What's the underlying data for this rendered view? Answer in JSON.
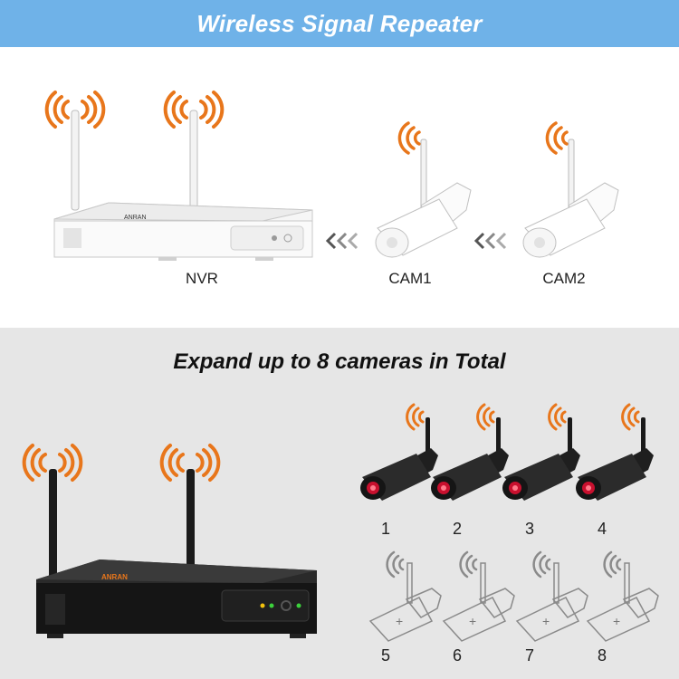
{
  "banner": {
    "title": "Wireless Signal Repeater"
  },
  "repeater": {
    "devices": [
      {
        "label": "NVR"
      },
      {
        "label": "CAM1"
      },
      {
        "label": "CAM2"
      }
    ]
  },
  "expand": {
    "title": "Expand up to 8 cameras in Total",
    "active_cameras": [
      "1",
      "2",
      "3",
      "4"
    ],
    "empty_slots": [
      "5",
      "6",
      "7",
      "8"
    ]
  },
  "brand_text": "ANRAN",
  "colors": {
    "banner": "#6fb2e8",
    "signal": "#e8761b",
    "bottom_bg": "#e6e6e6",
    "camera_lens": "#c8102e"
  }
}
